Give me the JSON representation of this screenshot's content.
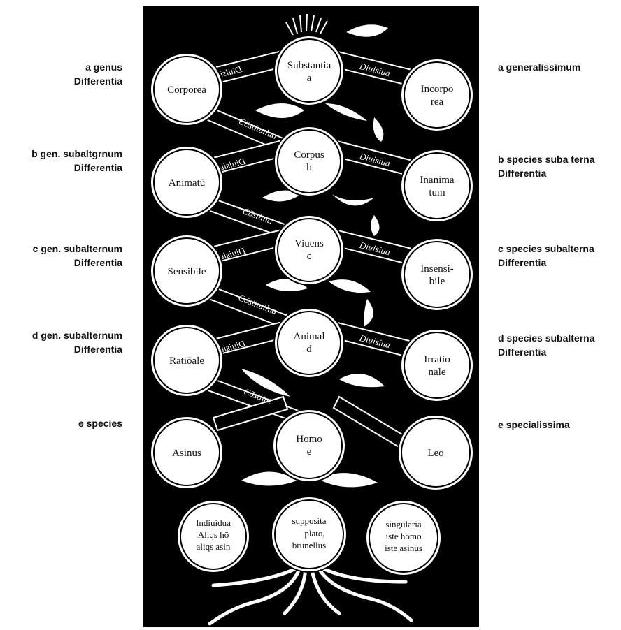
{
  "left_labels": [
    {
      "line1": "a genus",
      "line2": "Differentia"
    },
    {
      "line1": "b gen. subaltgrnum",
      "line2": "Differentia"
    },
    {
      "line1": "c gen. subalternum",
      "line2": "Differentia"
    },
    {
      "line1": "d gen. subalternum",
      "line2": "Differentia"
    },
    {
      "line1": "e species",
      "line2": ""
    }
  ],
  "right_labels": [
    {
      "line1": "a generalissimum",
      "line2": ""
    },
    {
      "line1": "b species suba terna",
      "line2": "Differentia"
    },
    {
      "line1": "c species subalterna",
      "line2": "Differentia"
    },
    {
      "line1": "d species subalterna",
      "line2": "Differentia"
    },
    {
      "line1": "e specialissima",
      "line2": ""
    }
  ],
  "center_nodes": [
    {
      "line1": "Substantia",
      "line2": "a"
    },
    {
      "line1": "Corpus",
      "line2": "b"
    },
    {
      "line1": "Viuens",
      "line2": "c"
    },
    {
      "line1": "Animal",
      "line2": "d"
    },
    {
      "line1": "Homo",
      "line2": "e"
    }
  ],
  "left_nodes": [
    {
      "line1": "Corporea",
      "line2": ""
    },
    {
      "line1": "Animatū",
      "line2": ""
    },
    {
      "line1": "Sensibile",
      "line2": ""
    },
    {
      "line1": "Ratiōale",
      "line2": ""
    },
    {
      "line1": "Asinus",
      "line2": ""
    }
  ],
  "right_nodes": [
    {
      "line1": "Incorpo",
      "line2": "rea"
    },
    {
      "line1": "Inanima",
      "line2": "tum"
    },
    {
      "line1": "Insensi-",
      "line2": "bile"
    },
    {
      "line1": "Irratio",
      "line2": "nale"
    },
    {
      "line1": "Leo",
      "line2": ""
    }
  ],
  "band_labels": {
    "diuisiua": "Diuisiua",
    "constitutiua": [
      "Cōstitutiua",
      "Cōstitut.",
      "Cōstitutiua",
      "Cōstitut"
    ]
  },
  "bottom_nodes": [
    {
      "lines": [
        "Indiuidua",
        "Aliqs hō",
        "aliqs asin"
      ]
    },
    {
      "lines": [
        "supposita",
        "plato,",
        "brunellus"
      ]
    },
    {
      "lines": [
        "singularia",
        "iste homo",
        "iste asinus"
      ]
    }
  ],
  "colors": {
    "background": "#000000",
    "circle": "#ffffff",
    "ink": "#111111"
  }
}
